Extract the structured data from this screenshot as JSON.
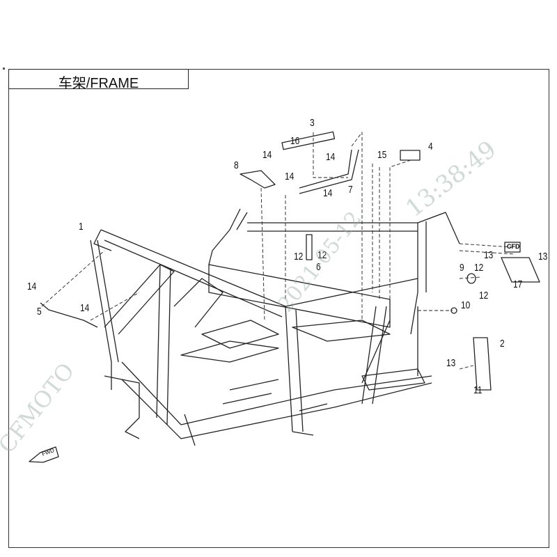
{
  "title": "车架/FRAME",
  "watermark": {
    "brand": "CFMOTO",
    "date": "2021-05-12",
    "time": "13:38:49"
  },
  "direction_label": "FWD",
  "part_label_text": "CFD",
  "callouts": {
    "c1": "1",
    "c2": "2",
    "c3": "3",
    "c4": "4",
    "c5": "5",
    "c6": "6",
    "c7": "7",
    "c8": "8",
    "c9": "9",
    "c10": "10",
    "c11": "11",
    "c12a": "12",
    "c12b": "12",
    "c12c": "12",
    "c12d": "12",
    "c13a": "13",
    "c13b": "13",
    "c13c": "13",
    "c14a": "14",
    "c14b": "14",
    "c14c": "14",
    "c14d": "14",
    "c14e": "14",
    "c14f": "14",
    "c15": "15",
    "c16": "16",
    "c17": "17"
  },
  "colors": {
    "line": "#222222",
    "watermark": "#96afa5"
  }
}
